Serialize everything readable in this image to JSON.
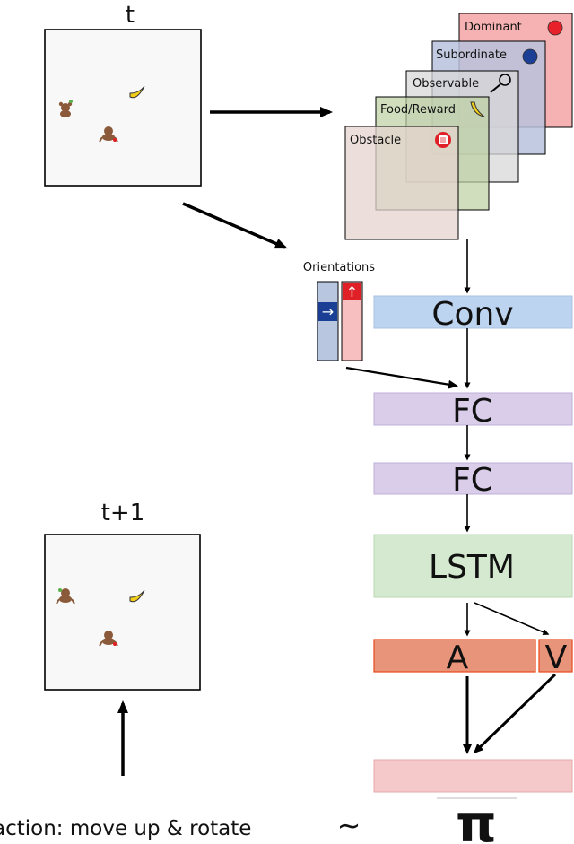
{
  "frames": {
    "current": {
      "label": "t"
    },
    "next": {
      "label": "t+1"
    }
  },
  "layers": [
    {
      "name": "Dominant",
      "icon": "red-circle-icon",
      "fill": "#f4a4a4",
      "icon_color": "#e8202a"
    },
    {
      "name": "Subordinate",
      "icon": "blue-circle-icon",
      "fill": "#b7c2dc",
      "icon_color": "#1b3f94"
    },
    {
      "name": "Observable",
      "icon": "magnifier-icon",
      "fill": "#d8d8d8"
    },
    {
      "name": "Food/Reward",
      "icon": "banana-icon",
      "fill": "#bcd0a2"
    },
    {
      "name": "Obstacle",
      "icon": "stop-hand-icon",
      "fill": "#e6d4cf"
    }
  ],
  "orientations": {
    "title": "Orientations",
    "items": [
      {
        "agent": "subordinate",
        "arrow": "→",
        "fill": "#b8c6e0",
        "accent": "#1b3f94"
      },
      {
        "agent": "dominant",
        "arrow": "↑",
        "fill": "#f7bfbf",
        "accent": "#e02027"
      }
    ]
  },
  "network": {
    "conv": "Conv",
    "fc1": "FC",
    "fc2": "FC",
    "lstm": "LSTM",
    "actor": "A",
    "critic": "V",
    "policy": ""
  },
  "action_text": "action: move up & rotate",
  "tilde": "~",
  "pi": "π",
  "colors": {
    "conv": "#bcd4f0",
    "fc": "#d9cdea",
    "lstm": "#d4e9cf",
    "av": "#e8947a",
    "av_border": "#e8481a",
    "policy": "#f5c9c9"
  }
}
